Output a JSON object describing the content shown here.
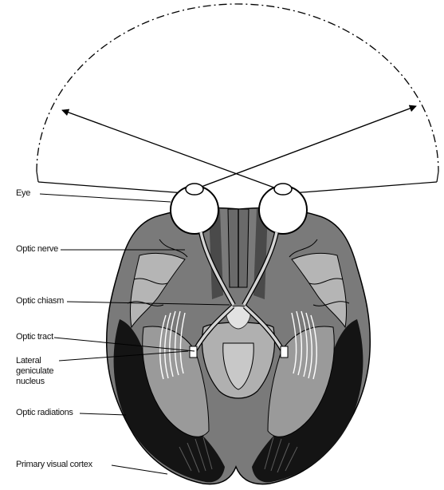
{
  "diagram": {
    "labels": {
      "eye": "Eye",
      "optic_nerve": "Optic nerve",
      "optic_chiasm": "Optic chiasm",
      "optic_tract": "Optic tract",
      "lgn": "Lateral geniculate nucleus",
      "optic_radiations": "Optic radiations",
      "primary_visual_cortex": "Primary visual cortex"
    },
    "colors": {
      "outline": "#000000",
      "dark_tissue": "#111111",
      "mid_gray": "#7a7a7a",
      "light_gray": "#b5b5b5",
      "pale_gray": "#d4d4d4",
      "white": "#ffffff"
    }
  }
}
